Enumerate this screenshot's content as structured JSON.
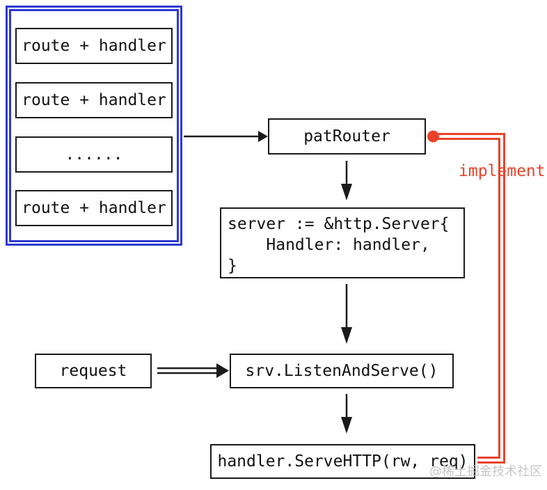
{
  "routes_panel": {
    "items": [
      {
        "label": "route + handler"
      },
      {
        "label": "route + handler"
      },
      {
        "label": "......"
      },
      {
        "label": "route + handler"
      }
    ]
  },
  "nodes": {
    "pat_router": {
      "label": "patRouter"
    },
    "server_struct": {
      "label": "server := &http.Server{\n    Handler: handler,\n}"
    },
    "request": {
      "label": "request"
    },
    "listen_and_serve": {
      "label": "srv.ListenAndServe()"
    },
    "serve_http": {
      "label": "handler.ServeHTTP(rw, req)"
    }
  },
  "annotations": {
    "implement": "implement",
    "watermark": "@稀土掘金技术社区"
  },
  "colors": {
    "accent_blue": "#2d3ad0",
    "accent_red": "#e8432a",
    "line_black": "#1a1a1a",
    "watermark_gray": "#c6c6c6"
  }
}
